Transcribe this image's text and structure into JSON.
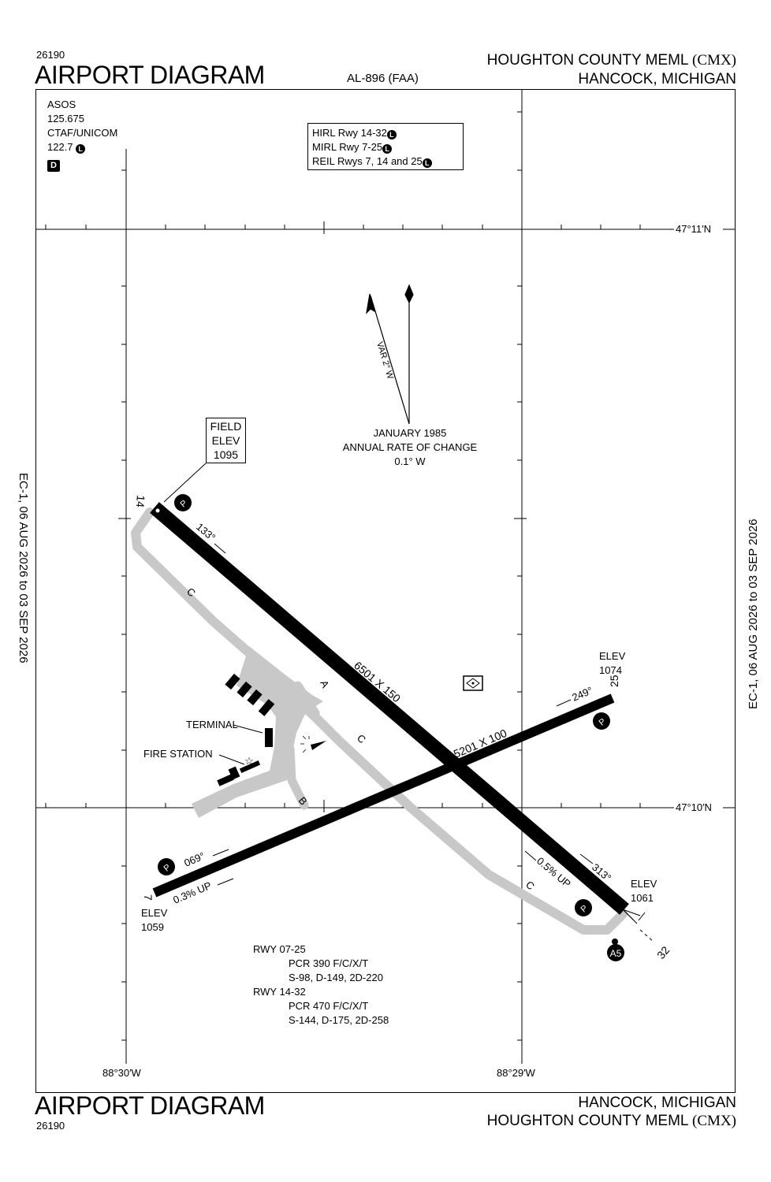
{
  "header": {
    "chart_number": "26190",
    "title": "AIRPORT DIAGRAM",
    "procedure_id": "AL-896 (FAA)",
    "airport_name": "HOUGHTON COUNTY MEML",
    "airport_code": "(CMX)",
    "location": "HANCOCK, MICHIGAN"
  },
  "footer": {
    "title": "AIRPORT DIAGRAM",
    "chart_number": "26190",
    "location": "HANCOCK, MICHIGAN",
    "airport_name": "HOUGHTON COUNTY MEML",
    "airport_code": "(CMX)"
  },
  "side_labels": {
    "left": "EC-1,  06 AUG 2026  to  03 SEP 2026",
    "right": "EC-1,  06 AUG 2026  to  03 SEP 2026"
  },
  "comms": {
    "asos_label": "ASOS",
    "asos_freq": "125.675",
    "ctaf_label": "CTAF/UNICOM",
    "ctaf_freq": "122.7",
    "lighting_badge": "L",
    "d_badge": "D"
  },
  "lighting": [
    {
      "text": "HIRL Rwy 14-32",
      "badge": "L"
    },
    {
      "text": "MIRL Rwy 7-25",
      "badge": "L"
    },
    {
      "text": "REIL Rwys 7, 14 and 25",
      "badge": "L"
    }
  ],
  "coordinates": {
    "lat_north": "47°11′N",
    "lat_south": "47°10′N",
    "lon_west": "88°30′W",
    "lon_east": "88°29′W"
  },
  "magnetic": {
    "variation": "VAR 2° W",
    "date": "JANUARY 1985",
    "rate_label": "ANNUAL RATE OF CHANGE",
    "rate_value": "0.1° W"
  },
  "field_elevation": {
    "line1": "FIELD",
    "line2": "ELEV",
    "value": "1095"
  },
  "runways": [
    {
      "id": "14-32",
      "dimensions": "6501 X 150",
      "end_a": {
        "number": "14",
        "heading": "133°"
      },
      "end_b": {
        "number": "32",
        "heading": "313°",
        "elev_label": "ELEV",
        "elev": "1061",
        "gradient": "0.5% UP"
      }
    },
    {
      "id": "7-25",
      "dimensions": "5201 X 100",
      "end_a": {
        "number": "7",
        "heading": "069°",
        "elev_label": "ELEV",
        "elev": "1059",
        "gradient": "0.3% UP"
      },
      "end_b": {
        "number": "25",
        "heading": "249°",
        "elev_label": "ELEV",
        "elev": "1074"
      }
    }
  ],
  "taxiways": [
    "A",
    "B",
    "C"
  ],
  "buildings": {
    "terminal": "TERMINAL",
    "fire_station": "FIRE STATION"
  },
  "markers": {
    "parking": "P",
    "approach_light": "A5"
  },
  "pcr": [
    {
      "runway": "RWY 07-25",
      "pcr": "PCR 390 F/C/X/T",
      "strength": "S-98, D-149, 2D-220"
    },
    {
      "runway": "RWY 14-32",
      "pcr": "PCR 470 F/C/X/T",
      "strength": "S-144, D-175, 2D-258"
    }
  ]
}
